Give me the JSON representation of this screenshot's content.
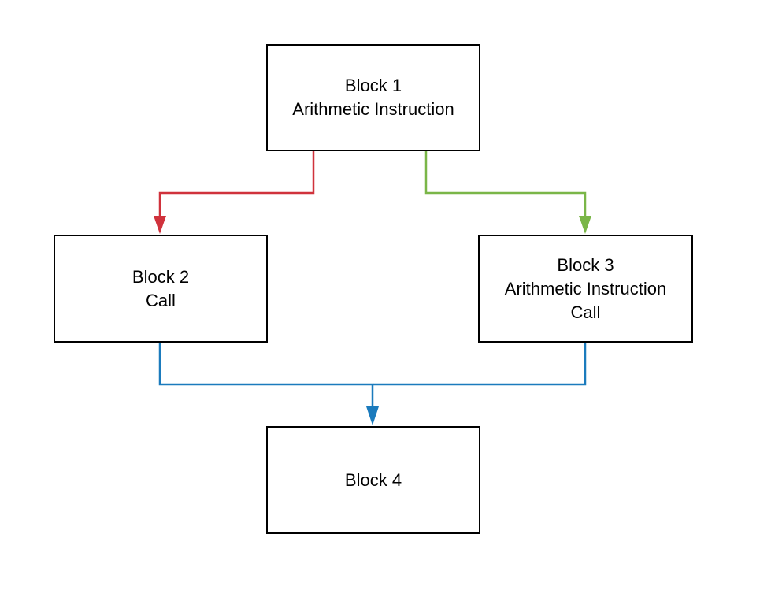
{
  "colors": {
    "edge_block1_block2": "#d0323c",
    "edge_block1_block3": "#7ab648",
    "edge_to_block4": "#1b7bbd",
    "box_border": "#000000"
  },
  "blocks": [
    {
      "lines": [
        "Block 1",
        "Arithmetic Instruction"
      ]
    },
    {
      "lines": [
        "Block 2",
        "Call"
      ]
    },
    {
      "lines": [
        "Block 3",
        "Arithmetic Instruction",
        "Call"
      ]
    },
    {
      "lines": [
        "Block 4"
      ]
    }
  ]
}
